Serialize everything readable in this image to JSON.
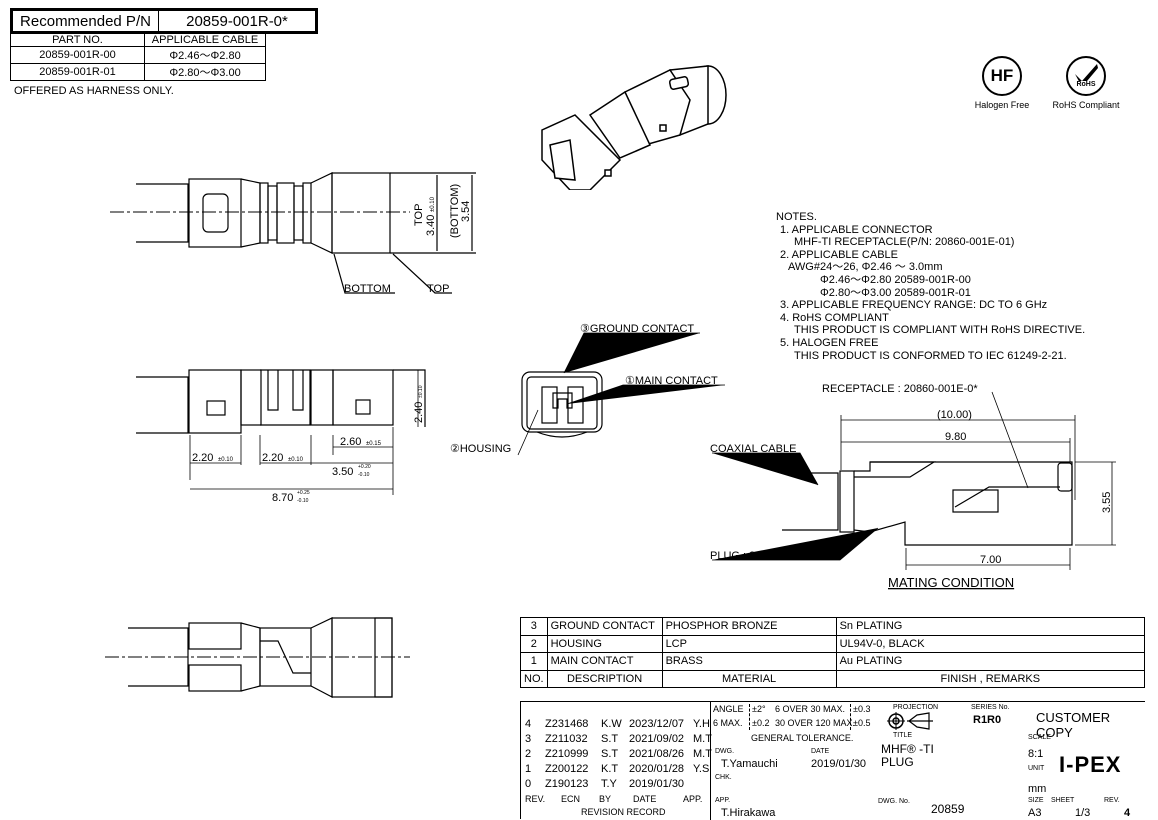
{
  "recommended": {
    "label": "Recommended P/N",
    "value": "20859-001R-0*"
  },
  "part_table": {
    "headers": [
      "PART NO.",
      "APPLICABLE CABLE"
    ],
    "rows": [
      [
        "20859-001R-00",
        "Φ2.46～Φ2.80"
      ],
      [
        "20859-001R-01",
        "Φ2.80～Φ3.00"
      ]
    ]
  },
  "offered_note": "OFFERED AS HARNESS ONLY.",
  "badges": [
    {
      "symbol": "HF",
      "label": "Halogen Free"
    },
    {
      "symbol": "RoHS",
      "label": "RoHS Compliant"
    }
  ],
  "top_view": {
    "dim_top": "TOP",
    "dim_top_value": "3.40",
    "dim_top_tol": "±0.10",
    "dim_bottom": "(BOTTOM)",
    "dim_bottom_value": "3.54",
    "label_bottom": "BOTTOM",
    "label_top": "TOP"
  },
  "side_view": {
    "dim_height": "2.40",
    "dim_height_tol": "±0.10",
    "dim_a": "2.20",
    "dim_a_tol": "±0.10",
    "dim_b": "2.20",
    "dim_b_tol": "±0.10",
    "dim_c": "2.60",
    "dim_c_tol": "±0.15",
    "dim_d": "3.50",
    "dim_d_tol_plus": "+0.20",
    "dim_d_tol_minus": "-0.10",
    "dim_total": "8.70",
    "dim_total_tol_plus": "+0.25",
    "dim_total_tol_minus": "-0.10"
  },
  "front_view": {
    "ground_contact": "③GROUND CONTACT",
    "main_contact": "①MAIN CONTACT",
    "housing": "②HOUSING"
  },
  "notes": {
    "title": "NOTES.",
    "lines": [
      "1. APPLICABLE CONNECTOR",
      "MHF-TI RECEPTACLE(P/N: 20860-001E-01)",
      "2. APPLICABLE CABLE",
      "AWG#24～26, Φ2.46 ～ 3.0mm",
      "Φ2.46～Φ2.80  20589-001R-00",
      "Φ2.80～Φ3.00  20589-001R-01",
      "3. APPLICABLE FREQUENCY RANGE: DC TO 6 GHz",
      "4. RoHS COMPLIANT",
      "THIS PRODUCT IS COMPLIANT WITH RoHS DIRECTIVE.",
      "5. HALOGEN FREE",
      "THIS PRODUCT IS CONFORMED TO IEC 61249-2-21."
    ]
  },
  "mating": {
    "receptacle": "RECEPTACLE : 20860-001E-0*",
    "coaxial_cable": "COAXIAL CABLE",
    "plug": "PLUG : 20859-001R-0*",
    "dim_overall": "(10.00)",
    "dim_body": "9.80",
    "dim_height": "3.55",
    "dim_bottom": "7.00",
    "title": "MATING CONDITION"
  },
  "bom": {
    "rows": [
      [
        "3",
        "GROUND CONTACT",
        "PHOSPHOR BRONZE",
        "Sn PLATING"
      ],
      [
        "2",
        "HOUSING",
        "LCP",
        "UL94V-0, BLACK"
      ],
      [
        "1",
        "MAIN CONTACT",
        "BRASS",
        "Au PLATING"
      ]
    ],
    "headers": [
      "NO.",
      "DESCRIPTION",
      "MATERIAL",
      "FINISH , REMARKS"
    ]
  },
  "revisions": {
    "rows": [
      [
        "4",
        "Z231468",
        "K.W",
        "2023/12/07",
        "Y.H"
      ],
      [
        "3",
        "Z211032",
        "S.T",
        "2021/09/02",
        "M.T"
      ],
      [
        "2",
        "Z210999",
        "S.T",
        "2021/08/26",
        "M.T"
      ],
      [
        "1",
        "Z200122",
        "K.T",
        "2020/01/28",
        "Y.S"
      ],
      [
        "0",
        "Z190123",
        "T.Y",
        "2019/01/30",
        ""
      ]
    ],
    "headers": [
      "REV.",
      "ECN",
      "BY",
      "DATE",
      "APP."
    ],
    "title": "REVISION RECORD"
  },
  "title_block": {
    "angle_label": "ANGLE",
    "angle_tol": "±2°",
    "six_max": "6 MAX.",
    "six_max_tol": "±0.2",
    "over30": "6 OVER 30 MAX.",
    "over30_tol": "±0.3",
    "over120": "30 OVER 120 MAX.",
    "over120_tol": "±0.5",
    "general_tol": "GENERAL TOLERANCE.",
    "projection_label": "PROJECTION",
    "series_label": "SERIES No.",
    "series": "R1R0",
    "customer_copy": "CUSTOMER COPY",
    "dwg_label": "DWG.",
    "drawer": "T.Yamauchi",
    "date_label": "DATE",
    "date": "2019/01/30",
    "chk_label": "CHK.",
    "app_label": "APP.",
    "approver": "T.Hirakawa",
    "title_label": "TITLE",
    "title_line1": "MHF® -TI",
    "title_line2": "PLUG",
    "scale_label": "SCALE",
    "scale": "8:1",
    "unit_label": "UNIT",
    "unit": "mm",
    "brand": "I-PEX",
    "dwg_no_label": "DWG. No.",
    "dwg_no": "20859",
    "size_label": "SIZE",
    "size": "A3",
    "sheet_label": "SHEET",
    "sheet": "1/3",
    "rev_label": "REV.",
    "rev": "4"
  }
}
